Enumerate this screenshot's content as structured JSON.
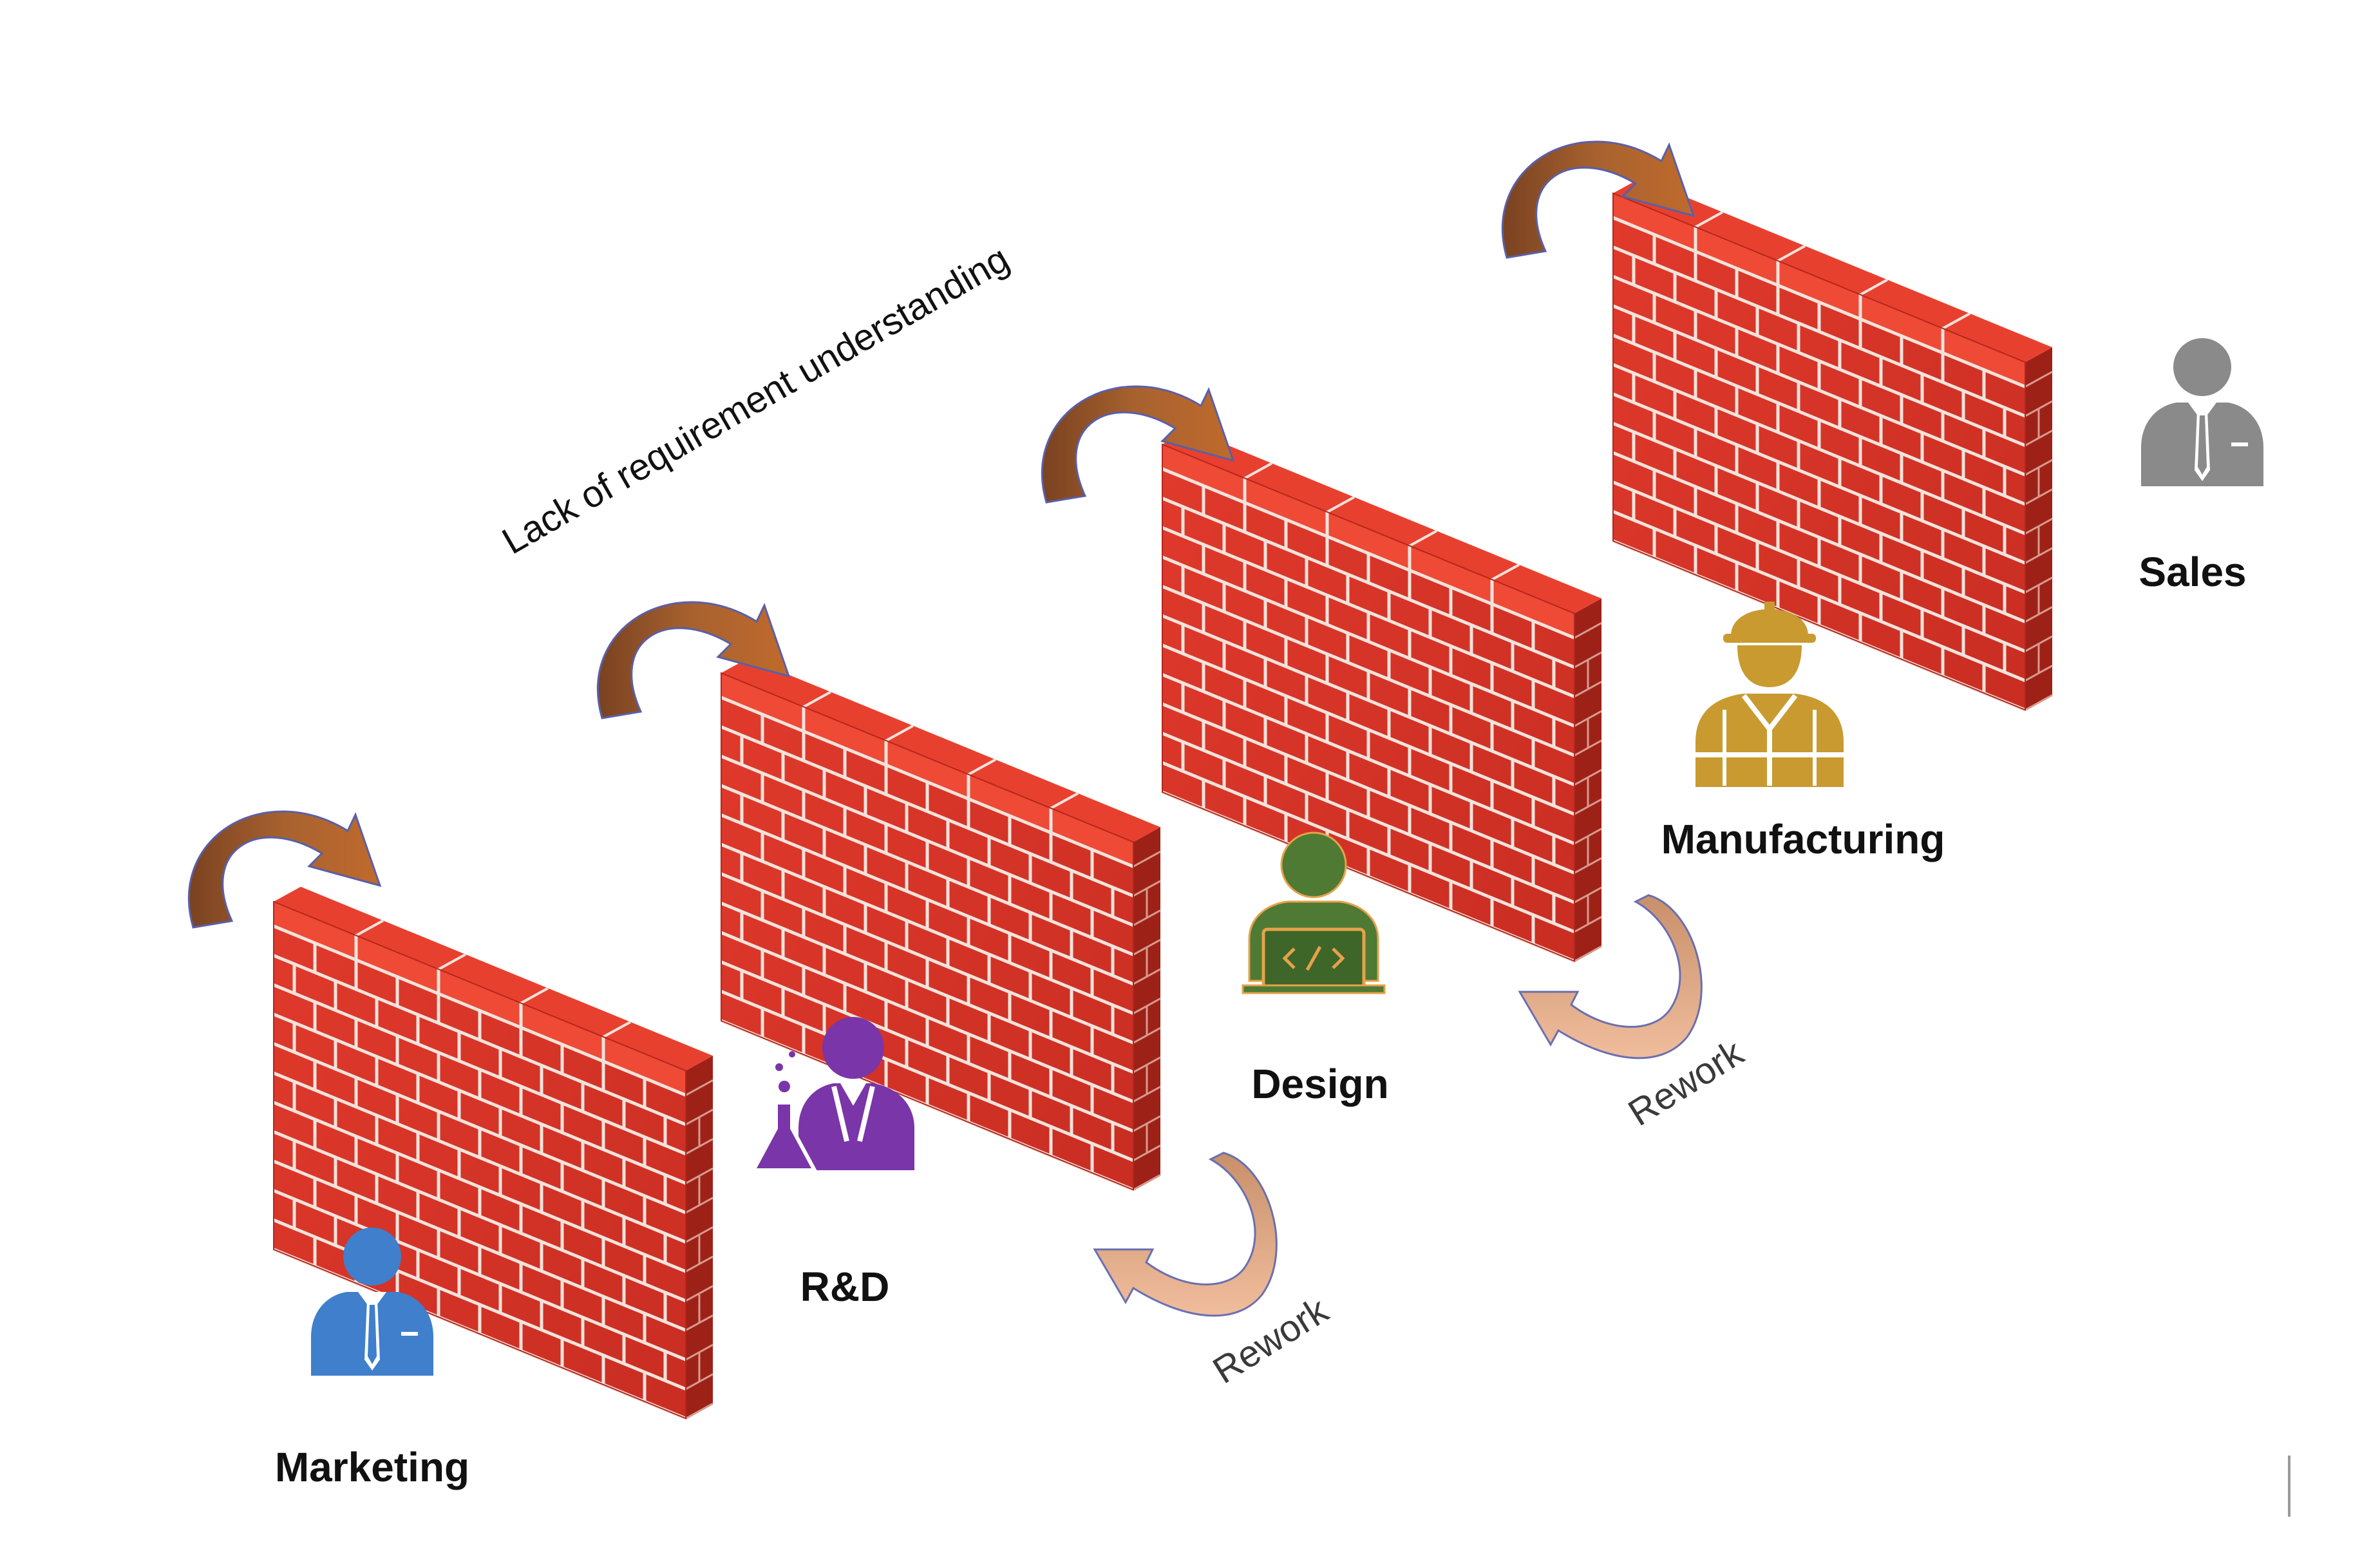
{
  "diagram": {
    "note": "Lack of requirement understanding",
    "departments": [
      {
        "key": "marketing",
        "label": "Marketing",
        "icon": "businessman-icon",
        "color": "#3f7fcb"
      },
      {
        "key": "rd",
        "label": "R&D",
        "icon": "scientist-icon",
        "color": "#7a35a8"
      },
      {
        "key": "design",
        "label": "Design",
        "icon": "developer-laptop-icon",
        "color": "#4e7a34"
      },
      {
        "key": "manufacturing",
        "label": "Manufacturing",
        "icon": "construction-worker-icon",
        "color": "#c89a30"
      },
      {
        "key": "sales",
        "label": "Sales",
        "icon": "businessman-icon",
        "color": "#8a8a8a"
      }
    ],
    "rework": [
      {
        "label": "Rework"
      },
      {
        "label": "Rework"
      }
    ],
    "colors": {
      "brick_face": "#d9352a",
      "brick_top": "#e8402f",
      "brick_side": "#9e2118",
      "mortar": "#f3e3dc",
      "forward_arrow": "#9c5a2e",
      "rework_arrow": "#e6b397"
    }
  }
}
